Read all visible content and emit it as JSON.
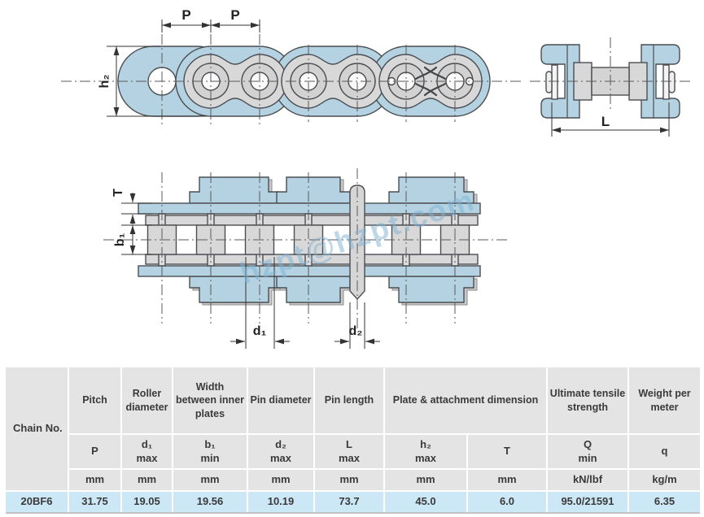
{
  "colors": {
    "plate_blue": "#b4d2e2",
    "metal_gray": "#d8d8d8",
    "outline": "#4b4e52",
    "table_header_bg": "#e4e4e4",
    "highlight_row_bg": "#cce7f5",
    "watermark": "#7fb3d5",
    "text": "#3a3a3a"
  },
  "drawing": {
    "watermark": "hzpt@hzpt.com",
    "labels": {
      "p_left": "P",
      "p_right": "P",
      "h2": "h₂",
      "L": "L",
      "T": "T",
      "b1": "b₁",
      "d1": "d₁",
      "d2": "d₂"
    }
  },
  "table": {
    "corner_label": "Chain No.",
    "header_row": [
      "Pitch",
      "Roller diameter",
      "Width between inner plates",
      "Pin diameter",
      "Pin length",
      "Plate & attachment dimension",
      "Ultimate tensile strength",
      "Weight per meter"
    ],
    "symbol_row": [
      {
        "sym": "P",
        "qual": ""
      },
      {
        "sym": "d₁",
        "qual": "max"
      },
      {
        "sym": "b₁",
        "qual": "min"
      },
      {
        "sym": "d₂",
        "qual": "max"
      },
      {
        "sym": "L",
        "qual": "max"
      },
      {
        "sym": "h₂",
        "qual": "max"
      },
      {
        "sym": "T",
        "qual": ""
      },
      {
        "sym": "Q",
        "qual": "min"
      },
      {
        "sym": "q",
        "qual": ""
      }
    ],
    "unit_row": [
      "mm",
      "mm",
      "mm",
      "mm",
      "mm",
      "mm",
      "mm",
      "kN/lbf",
      "kg/m"
    ],
    "data_row": [
      "20BF6",
      "31.75",
      "19.05",
      "19.56",
      "10.19",
      "73.7",
      "45.0",
      "6.0",
      "95.0/21591",
      "6.35"
    ]
  }
}
